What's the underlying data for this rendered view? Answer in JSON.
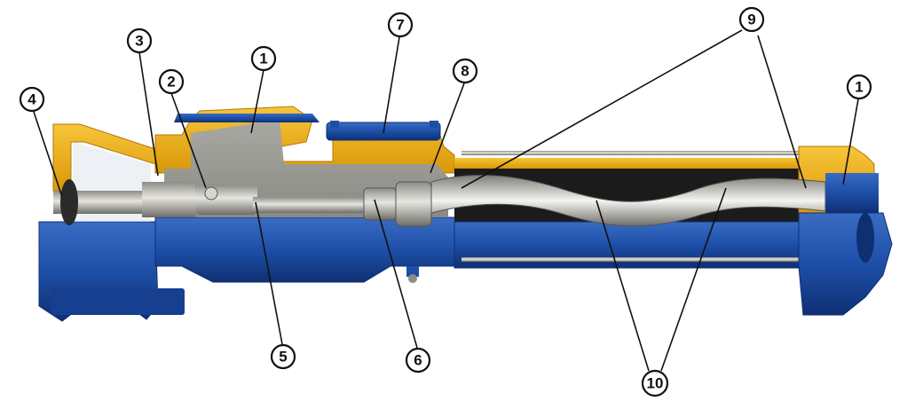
{
  "colors": {
    "casing_blue": "#1d4fa8",
    "casing_blue_dark": "#0f2f73",
    "casing_blue_light": "#3a6cc4",
    "flange_yellow": "#f2b318",
    "flange_yellow_dark": "#c98a08",
    "steel": "#b9b8b0",
    "steel_dark": "#6d6c66",
    "stator_black": "#1b1b1b",
    "rotor_silver": "#d6d6d0"
  },
  "callouts": [
    {
      "id": "c1a",
      "label": "1"
    },
    {
      "id": "c2",
      "label": "2"
    },
    {
      "id": "c3",
      "label": "3"
    },
    {
      "id": "c4",
      "label": "4"
    },
    {
      "id": "c5",
      "label": "5"
    },
    {
      "id": "c6",
      "label": "6"
    },
    {
      "id": "c7",
      "label": "7"
    },
    {
      "id": "c8",
      "label": "8"
    },
    {
      "id": "c9",
      "label": "9"
    },
    {
      "id": "c1b",
      "label": "1"
    },
    {
      "id": "c10",
      "label": "10"
    }
  ]
}
